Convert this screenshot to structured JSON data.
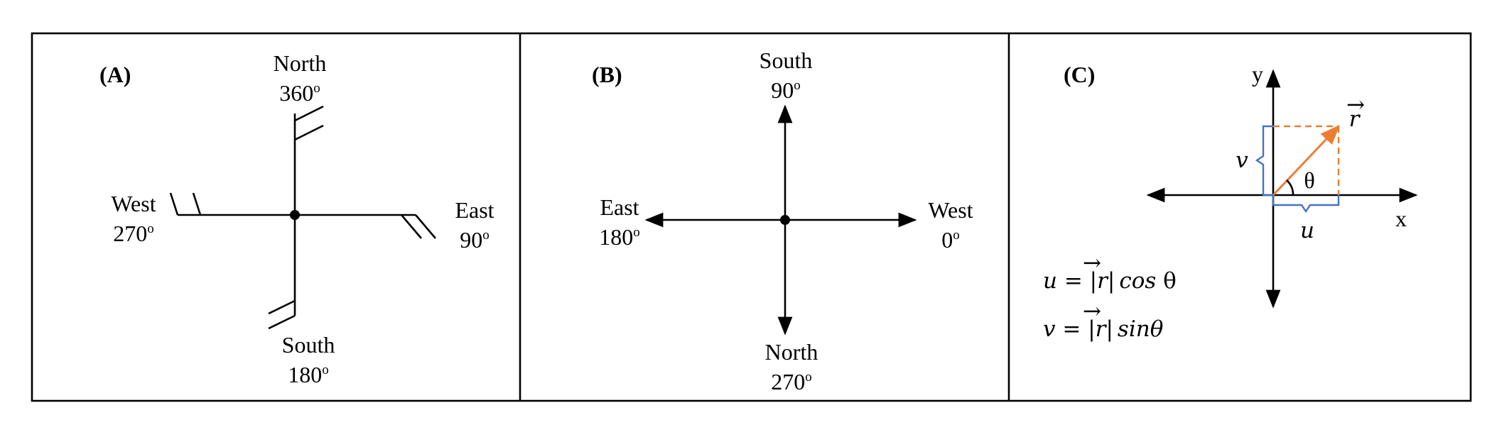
{
  "panels": [
    {
      "label": "(A)",
      "north": {
        "name": "North",
        "deg": "360",
        "sup": "o"
      },
      "east": {
        "name": "East",
        "deg": "90",
        "sup": "o"
      },
      "south": {
        "name": "South",
        "deg": "180",
        "sup": "o"
      },
      "west": {
        "name": "West",
        "deg": "270",
        "sup": "o"
      }
    },
    {
      "label": "(B)",
      "top": {
        "name": "South",
        "deg": "90",
        "sup": "o"
      },
      "left": {
        "name": "East",
        "deg": "180",
        "sup": "o"
      },
      "right": {
        "name": "West",
        "deg": "0",
        "sup": "o"
      },
      "bottom": {
        "name": "North",
        "deg": "270",
        "sup": "o"
      }
    },
    {
      "label": "(C)",
      "axis_x": "x",
      "axis_y": "y",
      "vector": "r",
      "vector_arrow": "→",
      "angle": "θ",
      "comp_u": "u",
      "comp_v": "v",
      "eq_u": {
        "lhs": "u = |",
        "r": "r",
        "mid": "|",
        "fn": "cos",
        "theta": " θ"
      },
      "eq_v": {
        "lhs": "v = |",
        "r": "r",
        "mid": "|",
        "fn": "sin",
        "theta": "θ"
      }
    }
  ],
  "colors": {
    "frame": "#000000",
    "vector": "#ED7D31",
    "brace": "#4472C4"
  }
}
